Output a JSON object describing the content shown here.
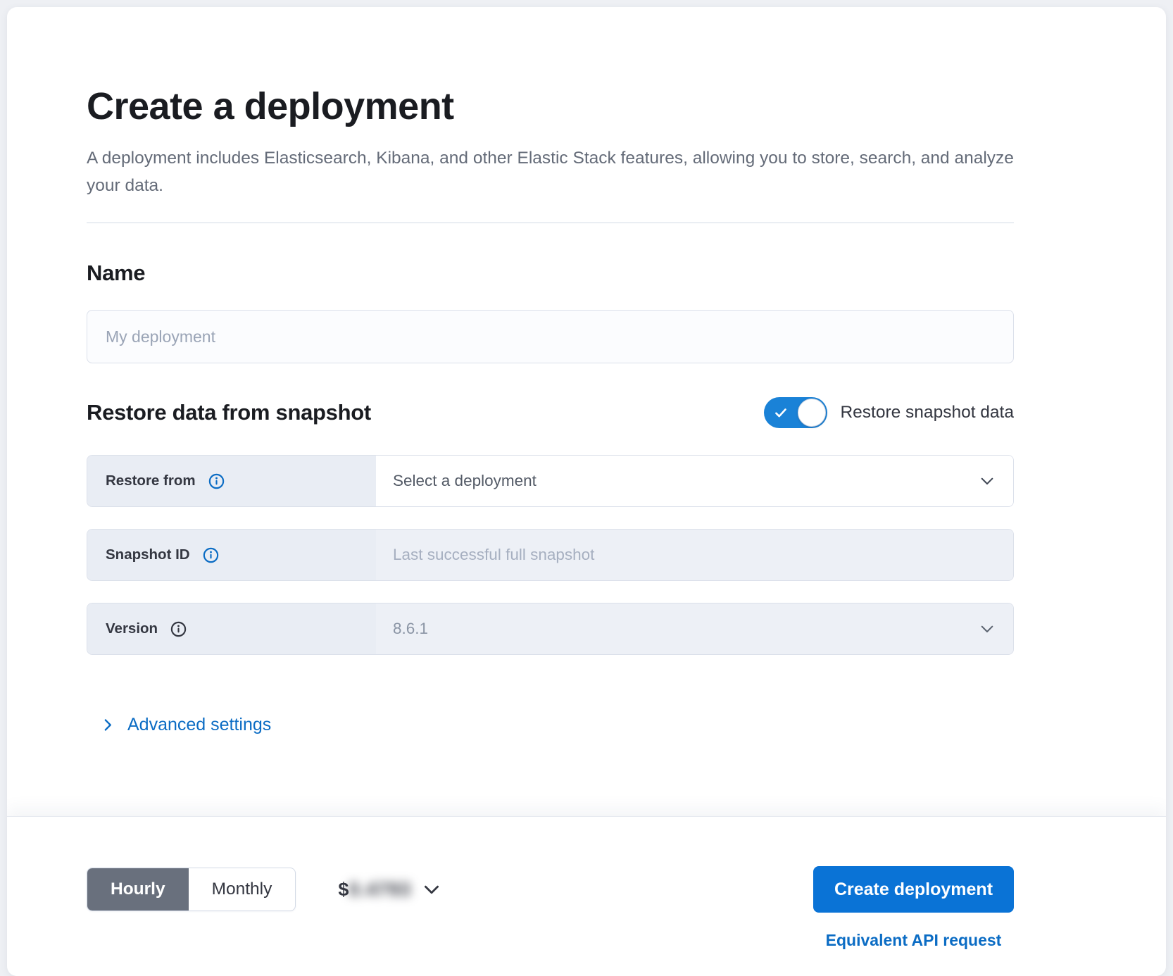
{
  "colors": {
    "primary_button": "#0a73d6",
    "link": "#0b6cc4",
    "toggle_on": "#1a82d7",
    "selected_segment": "#69707d",
    "label_cell_bg": "#e9edf4",
    "disabled_field_bg": "#edf0f6"
  },
  "header": {
    "title": "Create a deployment",
    "subtitle": "A deployment includes Elasticsearch, Kibana, and other Elastic Stack features, allowing you to store, search, and analyze your data."
  },
  "name_section": {
    "heading": "Name",
    "placeholder": "My deployment"
  },
  "snapshot_section": {
    "heading": "Restore data from snapshot",
    "toggle": {
      "label": "Restore snapshot data",
      "state": "on"
    },
    "rows": [
      {
        "label": "Restore from",
        "icon": "info-icon",
        "control": "select",
        "value": "Select a deployment"
      },
      {
        "label": "Snapshot ID",
        "icon": "info-icon",
        "control": "text-disabled",
        "placeholder": "Last successful full snapshot"
      },
      {
        "label": "Version",
        "icon": "info-icon",
        "control": "select-disabled",
        "value": "8.6.1"
      }
    ]
  },
  "advanced_settings": {
    "label": "Advanced settings",
    "icon": "chevron-right-icon",
    "expanded": false
  },
  "bottom_bar": {
    "billing_period": {
      "options": [
        {
          "label": "Hourly",
          "selected": true
        },
        {
          "label": "Monthly",
          "selected": false
        }
      ]
    },
    "price": {
      "currency_symbol": "$",
      "amount": "0.4793",
      "blurred": true,
      "expander_icon": "chevron-down-icon"
    },
    "create_button_label": "Create deployment",
    "api_link_label": "Equivalent API request"
  }
}
